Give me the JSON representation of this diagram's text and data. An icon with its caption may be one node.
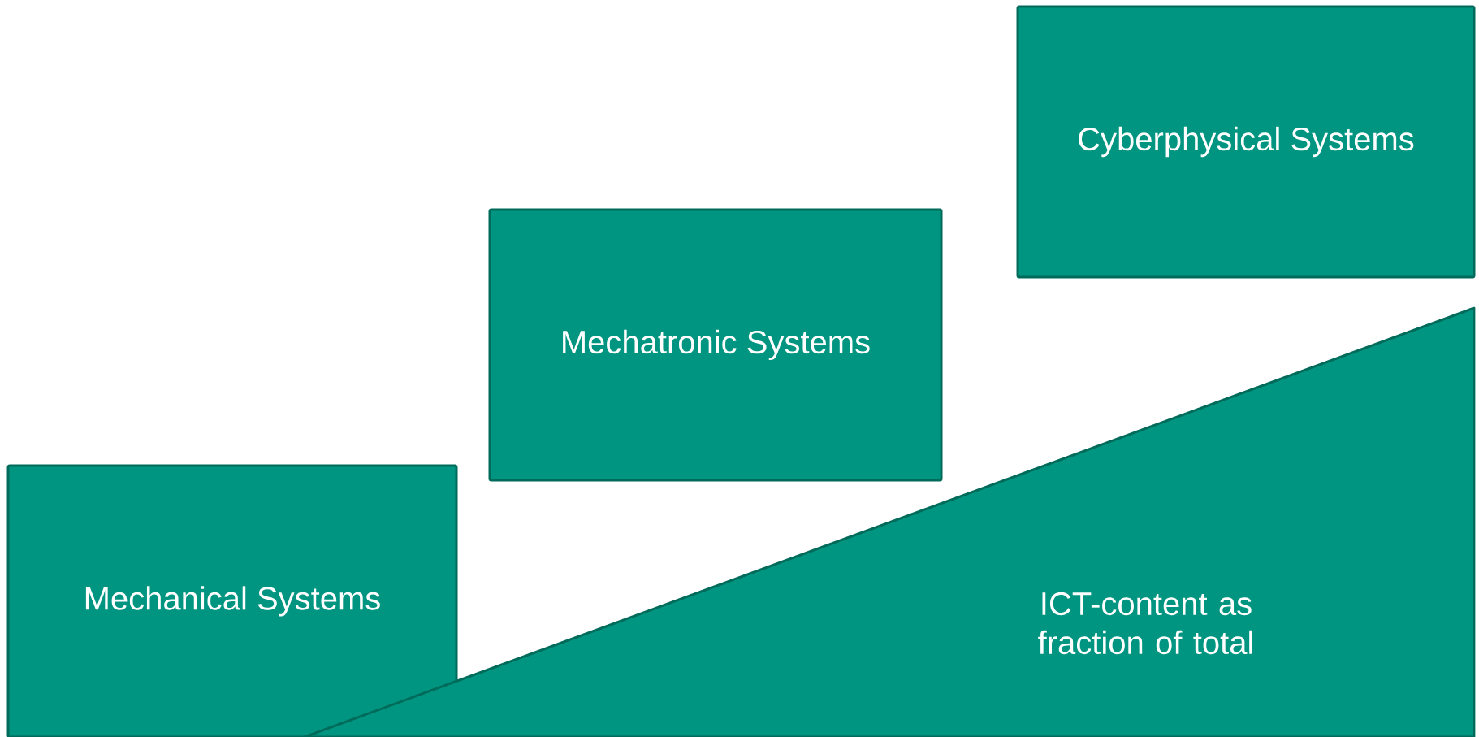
{
  "diagram": {
    "nodes": [
      {
        "text": [
          "Mechanical Systems"
        ]
      },
      {
        "text": [
          "Mechatronic Systems"
        ]
      },
      {
        "text": [
          "Cyberphysical Systems"
        ]
      },
      {
        "text": [
          "ICT-content as fraction of total"
        ]
      }
    ]
  }
}
